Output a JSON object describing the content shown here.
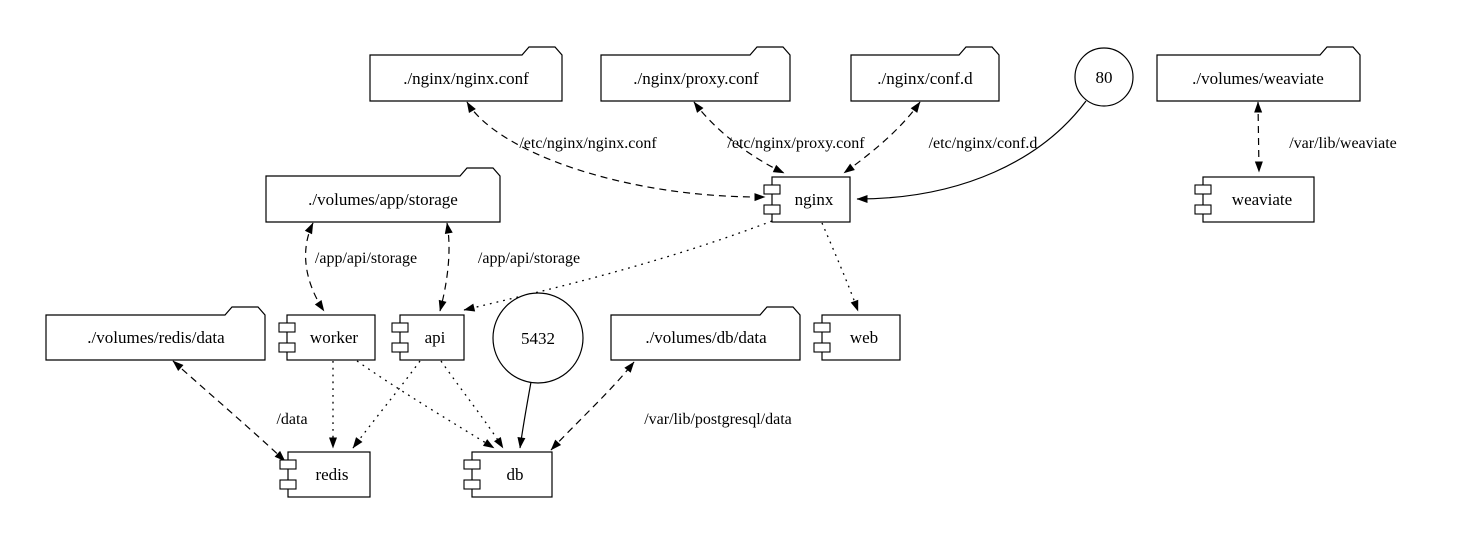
{
  "diagram": {
    "colors": {
      "background": "#ffffff",
      "line": "#000000",
      "node_fill": "#ffffff"
    },
    "nodes": {
      "nginx_conf_volume": {
        "label": "./nginx/nginx.conf",
        "shape": "folder"
      },
      "proxy_conf_volume": {
        "label": "./nginx/proxy.conf",
        "shape": "folder"
      },
      "conf_d_volume": {
        "label": "./nginx/conf.d",
        "shape": "folder"
      },
      "port_80": {
        "label": "80",
        "shape": "circle"
      },
      "weaviate_volume": {
        "label": "./volumes/weaviate",
        "shape": "folder"
      },
      "app_storage_volume": {
        "label": "./volumes/app/storage",
        "shape": "folder"
      },
      "nginx_service": {
        "label": "nginx",
        "shape": "component"
      },
      "weaviate_service": {
        "label": "weaviate",
        "shape": "component"
      },
      "redis_data_volume": {
        "label": "./volumes/redis/data",
        "shape": "folder"
      },
      "worker_service": {
        "label": "worker",
        "shape": "component"
      },
      "api_service": {
        "label": "api",
        "shape": "component"
      },
      "port_5432": {
        "label": "5432",
        "shape": "circle"
      },
      "db_data_volume": {
        "label": "./volumes/db/data",
        "shape": "folder"
      },
      "web_service": {
        "label": "web",
        "shape": "component"
      },
      "redis_service": {
        "label": "redis",
        "shape": "component"
      },
      "db_service": {
        "label": "db",
        "shape": "component"
      }
    },
    "edges": [
      {
        "from": "nginx",
        "to": "./nginx/nginx.conf",
        "style": "dashed",
        "label": "/etc/nginx/nginx.conf"
      },
      {
        "from": "nginx",
        "to": "./nginx/proxy.conf",
        "style": "dashed",
        "label": "/etc/nginx/proxy.conf"
      },
      {
        "from": "nginx",
        "to": "./nginx/conf.d",
        "style": "dashed",
        "label": "/etc/nginx/conf.d"
      },
      {
        "from": "80",
        "to": "nginx",
        "style": "solid"
      },
      {
        "from": "weaviate",
        "to": "./volumes/weaviate",
        "style": "dashed",
        "label": "/var/lib/weaviate"
      },
      {
        "from": "worker",
        "to": "./volumes/app/storage",
        "style": "dashed",
        "label": "/app/api/storage"
      },
      {
        "from": "api",
        "to": "./volumes/app/storage",
        "style": "dashed",
        "label": "/app/api/storage"
      },
      {
        "from": "nginx",
        "to": "api",
        "style": "dotted"
      },
      {
        "from": "nginx",
        "to": "web",
        "style": "dotted"
      },
      {
        "from": "worker",
        "to": "redis",
        "style": "dotted"
      },
      {
        "from": "worker",
        "to": "db",
        "style": "dotted"
      },
      {
        "from": "api",
        "to": "redis",
        "style": "dotted"
      },
      {
        "from": "api",
        "to": "db",
        "style": "dotted"
      },
      {
        "from": "redis",
        "to": "./volumes/redis/data",
        "style": "dashed",
        "label": "/data"
      },
      {
        "from": "db",
        "to": "./volumes/db/data",
        "style": "dashed",
        "label": "/var/lib/postgresql/data"
      },
      {
        "from": "5432",
        "to": "db",
        "style": "solid"
      }
    ]
  }
}
